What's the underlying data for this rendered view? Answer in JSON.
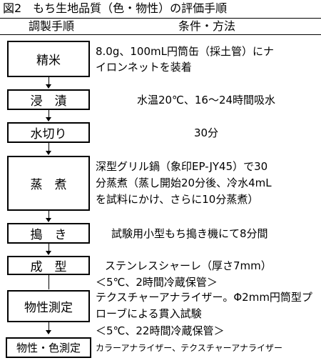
{
  "title": "図2　もち生地品質（色・物性）の評価手順",
  "header": {
    "left": "調製手順",
    "right": "条件・方法"
  },
  "steps": [
    {
      "label": "精米",
      "cond": [
        "8.0g、100mL円筒缶（採土管）にナ",
        "イロンネットを装着"
      ]
    },
    {
      "label": "浸　漬",
      "cond": [
        "水温20℃、16〜24時間吸水"
      ]
    },
    {
      "label": "水切り",
      "cond": [
        "30分"
      ]
    },
    {
      "label": "蒸　煮",
      "cond": [
        "深型グリル鍋（象印EP-JY45）で30",
        "分蒸煮（蒸し開始20分後、冷水4mL",
        "を試料にかけ、さらに10分蒸煮）"
      ]
    },
    {
      "label": "搗　き",
      "cond": [
        "試験用小型もち搗き機にて8分間"
      ]
    },
    {
      "label": "成　型",
      "cond": [
        "ステンレスシャーレ（厚さ7mm）"
      ]
    },
    {
      "label": "物性測定",
      "pre": "＜5℃、2時間冷蔵保管＞",
      "cond": [
        "テクスチャーアナライザー。Φ2mm円筒型プ",
        "ローブによる貫入試験"
      ]
    },
    {
      "label": "物性・色測定",
      "pre": "＜5℃、22時間冷蔵保管＞",
      "cond": [
        "カラーアナライザー、テクスチャーアナライザー"
      ]
    }
  ]
}
